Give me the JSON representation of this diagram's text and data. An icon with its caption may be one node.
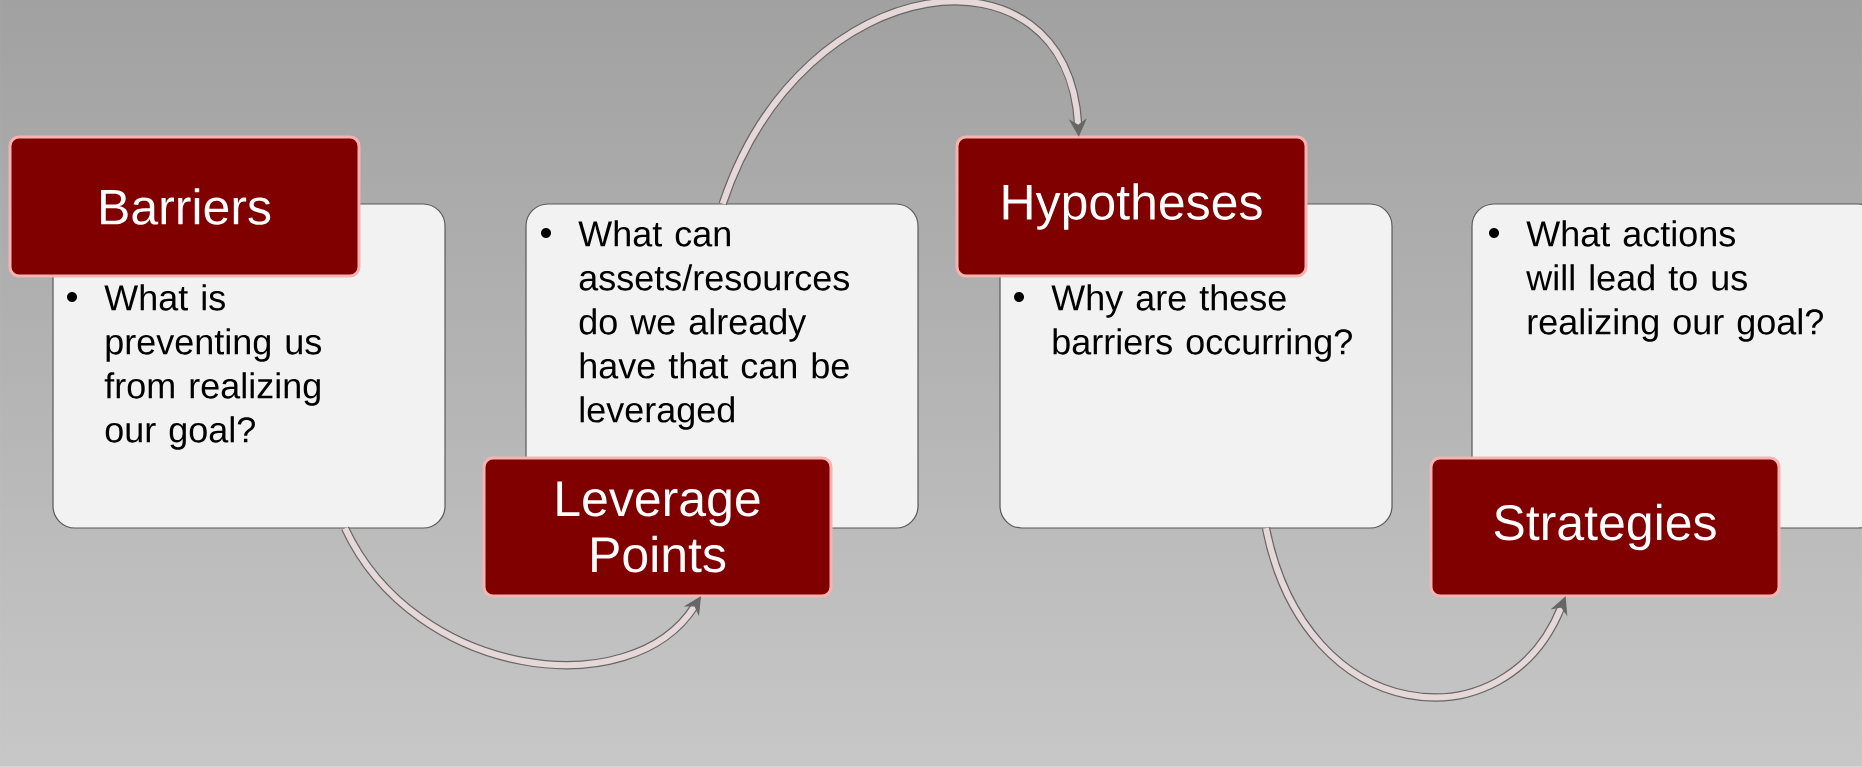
{
  "diagram": {
    "nodes": [
      {
        "text": [
          "Barriers",
          "What is preventing us from realizing our goal?"
        ]
      },
      {
        "text": [
          "What can assets/resources do we already have that can be leveraged",
          "Leverage Points"
        ]
      },
      {
        "text": [
          "Hypotheses",
          "Why are these barriers occurring?"
        ]
      },
      {
        "text": [
          "What actions will lead to us realizing our goal?",
          "Strategies"
        ]
      }
    ],
    "edges": [
      {
        "from": 0,
        "to": 1,
        "arrow": "to"
      },
      {
        "from": 1,
        "to": 2,
        "arrow": "to"
      },
      {
        "from": 2,
        "to": 3,
        "arrow": "to"
      }
    ]
  }
}
